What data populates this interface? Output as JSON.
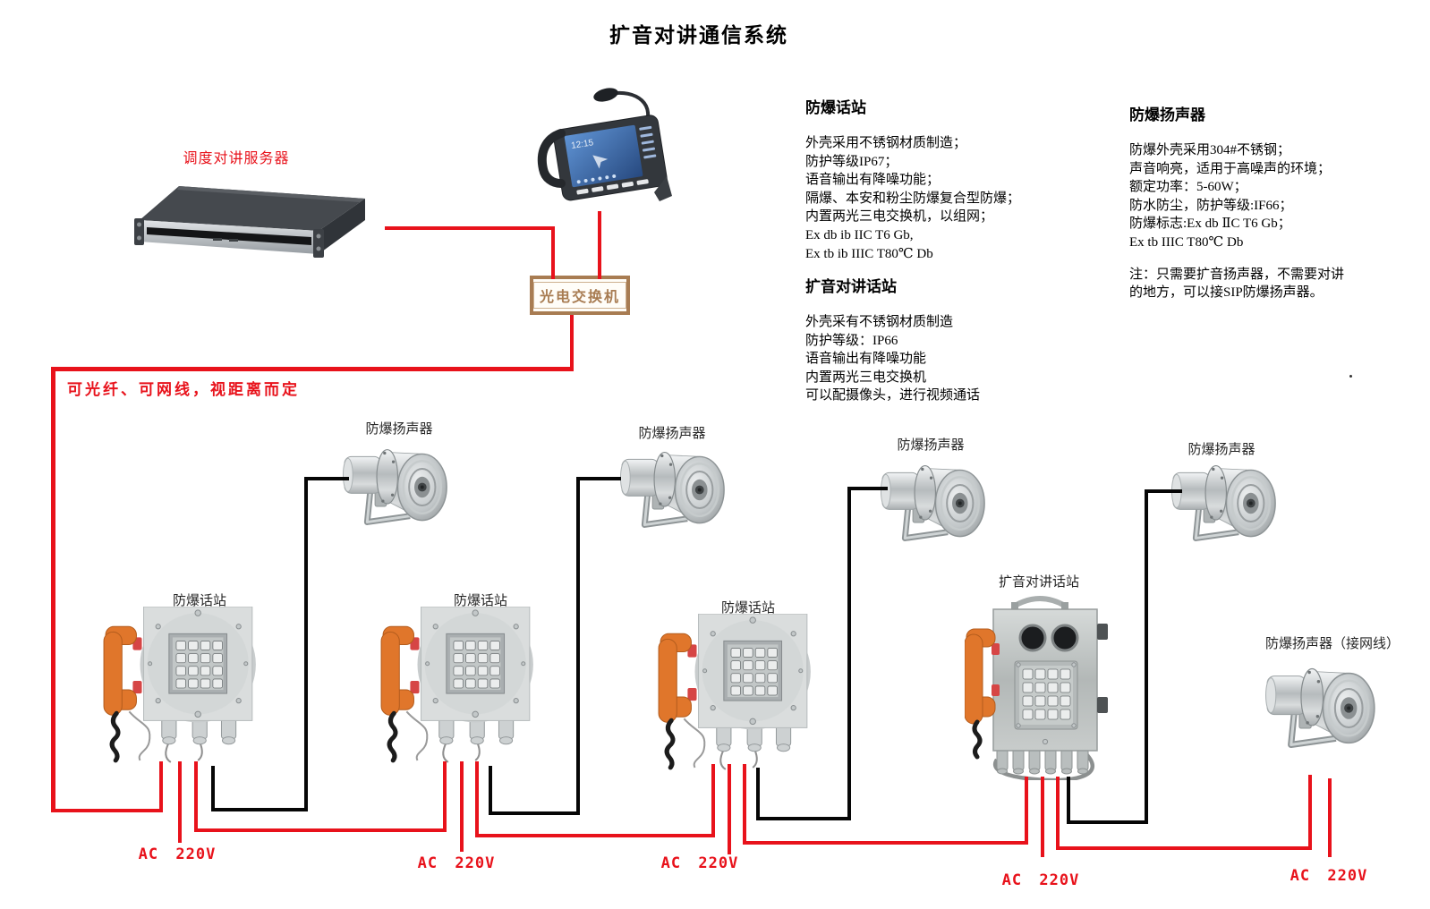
{
  "title": "扩音对讲通信系统",
  "colors": {
    "wire_red": "#e8121b",
    "wire_black": "#060606",
    "switch_brown": "#a87c52",
    "handset_orange": "#e0762b"
  },
  "server": {
    "label": "调度对讲服务器"
  },
  "switch_box": {
    "label": "光电交换机"
  },
  "link_note": {
    "text": "可光纤、可网线，视距离而定"
  },
  "spec_blocks": [
    {
      "heading": "防爆话站",
      "lines": [
        "外壳采用不锈钢材质制造；",
        "防护等级IP67；",
        "语音输出有降噪功能；",
        "隔爆、本安和粉尘防爆复合型防爆；",
        "内置两光三电交换机，以组网；",
        "Ex db ib IIC T6 Gb,",
        "Ex tb ib IIIC T80℃ Db"
      ]
    },
    {
      "heading": "扩音对讲话站",
      "lines": [
        "外壳采有不锈钢材质制造",
        "防护等级：IP66",
        "语音输出有降噪功能",
        "内置两光三电交换机",
        "可以配摄像头，进行视频通话"
      ]
    },
    {
      "heading": "防爆扬声器",
      "lines": [
        "防爆外壳采用304#不锈钢；",
        "声音响亮，适用于高噪声的环境；",
        "额定功率：5-60W；",
        "防水防尘，防护等级:IF66；",
        "防爆标志:Ex db ⅡC T6 Gb；",
        "Ex tb IIIC T80℃ Db"
      ],
      "note_lines": [
        "注：只需要扩音扬声器，不需要对讲",
        "的地方，可以接SIP防爆扬声器。"
      ]
    }
  ],
  "speakers": [
    {
      "label": "防爆扬声器"
    },
    {
      "label": "防爆扬声器"
    },
    {
      "label": "防爆扬声器"
    },
    {
      "label": "防爆扬声器"
    }
  ],
  "net_speaker": {
    "label": "防爆扬声器（接网线）"
  },
  "stations": [
    {
      "label": "防爆话站"
    },
    {
      "label": "防爆话站"
    },
    {
      "label": "防爆话站"
    }
  ],
  "pa_station": {
    "label": "扩音对讲话站"
  },
  "power_labels": [
    "AC 220V",
    "AC 220V",
    "AC 220V",
    "AC 220V",
    "AC 220V"
  ]
}
